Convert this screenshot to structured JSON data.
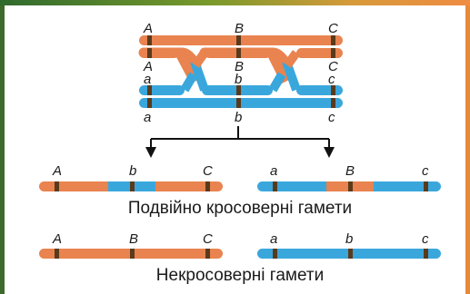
{
  "labels": {
    "top_orange": [
      "A",
      "B",
      "C"
    ],
    "top_orange_2": [
      "A",
      "B",
      "C"
    ],
    "top_blue": [
      "a",
      "b",
      "c"
    ],
    "top_blue_2": [
      "a",
      "b",
      "c"
    ],
    "double_left": [
      "A",
      "b",
      "C"
    ],
    "double_right": [
      "a",
      "B",
      "c"
    ],
    "non_left": [
      "A",
      "B",
      "C"
    ],
    "non_right": [
      "a",
      "b",
      "c"
    ]
  },
  "captions": {
    "double_crossover": "Подвійно кросоверні гамети",
    "non_crossover": "Некросоверні гамети"
  },
  "colors": {
    "orange": "#e9834f",
    "blue": "#3aa7dc",
    "marker": "#5a3a1c",
    "arrow": "#111111"
  }
}
